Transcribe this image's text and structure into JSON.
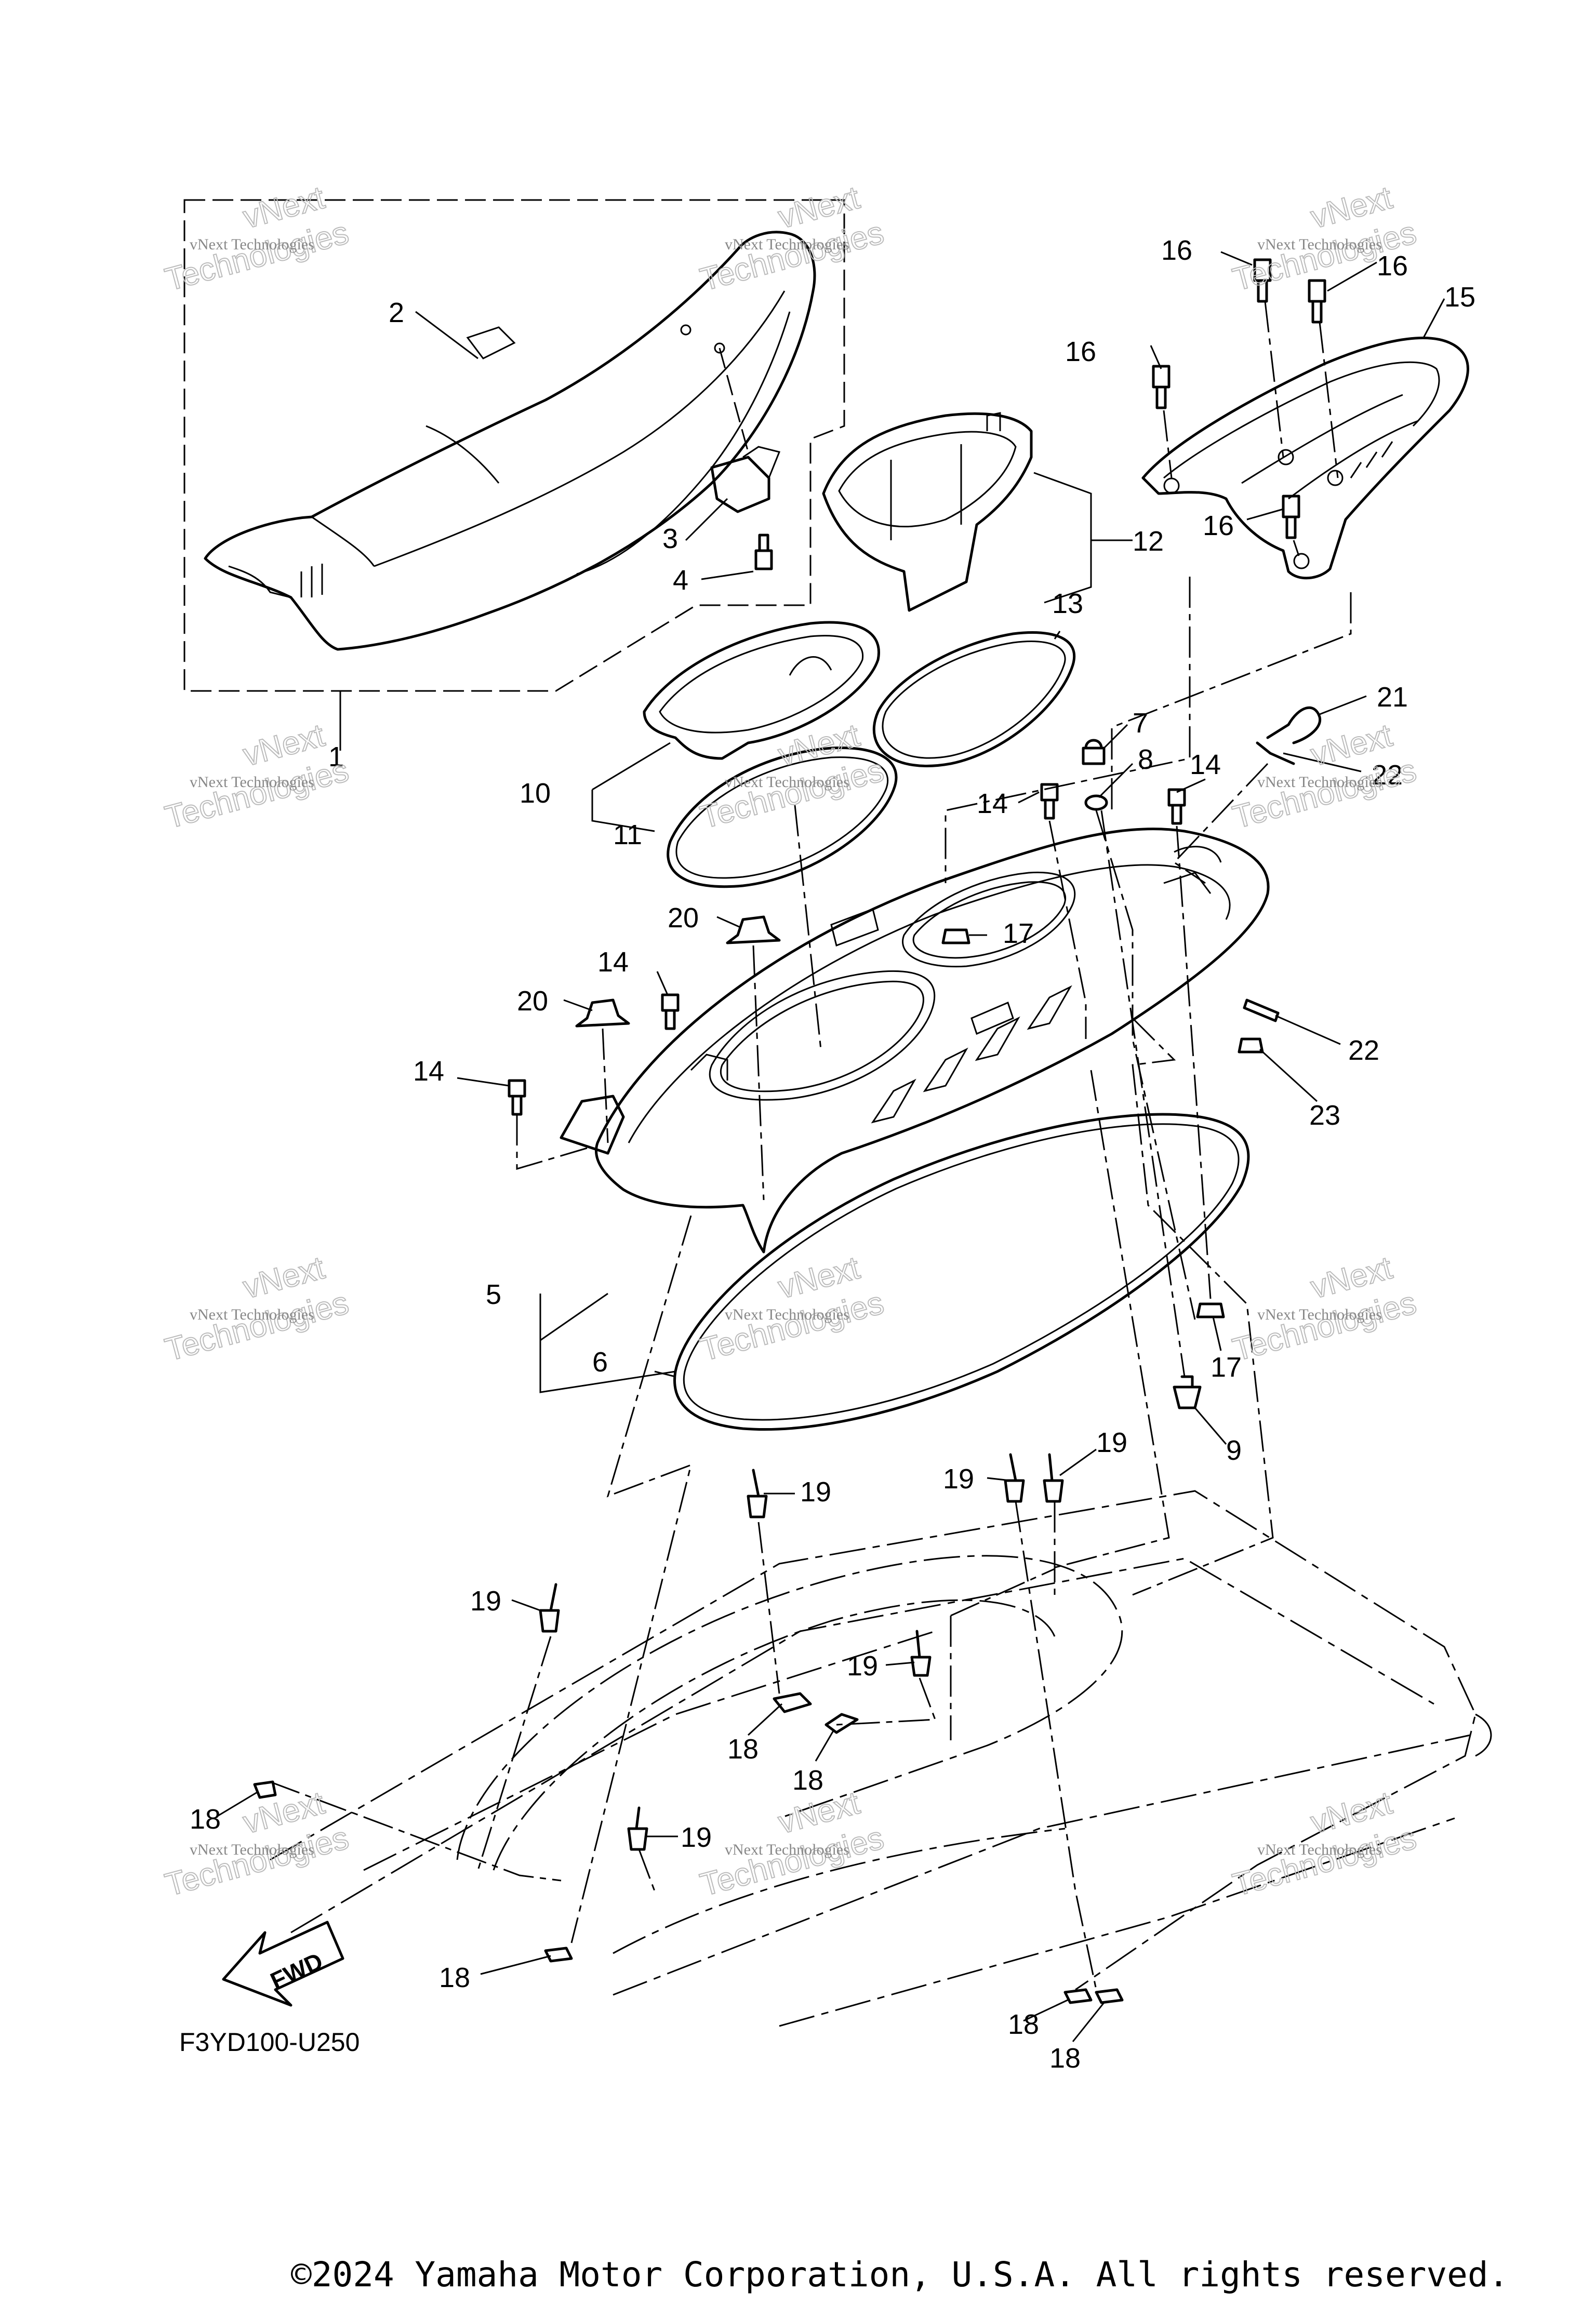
{
  "diagram_code": "F3YD100-U250",
  "fwd_label": "FWD",
  "copyright": "©2024 Yamaha Motor Corporation, U.S.A. All rights reserved.",
  "watermark_lines": [
    "vNext",
    "Technologies",
    "vNext Technologies"
  ],
  "callouts": [
    "1",
    "2",
    "3",
    "4",
    "5",
    "6",
    "7",
    "8",
    "9",
    "10",
    "11",
    "12",
    "13",
    "14",
    "14",
    "14",
    "14",
    "15",
    "16",
    "16",
    "16",
    "16",
    "17",
    "17",
    "18",
    "18",
    "18",
    "18",
    "18",
    "18",
    "19",
    "19",
    "19",
    "19",
    "19",
    "19",
    "20",
    "20",
    "21",
    "22",
    "22",
    "23"
  ],
  "colors": {
    "ink": "#000000",
    "watermark": "#888888",
    "background": "#ffffff"
  }
}
